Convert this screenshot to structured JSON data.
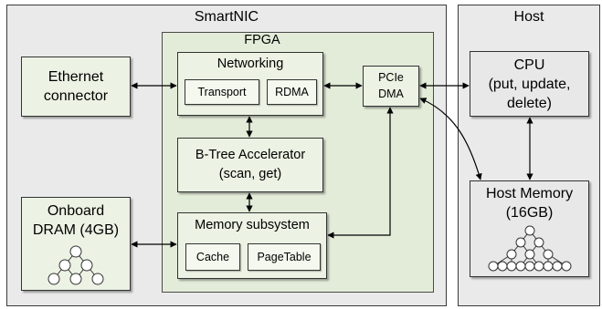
{
  "smartnic": {
    "title": "SmartNIC"
  },
  "host": {
    "title": "Host"
  },
  "fpga": {
    "title": "FPGA"
  },
  "ethernet": {
    "line1": "Ethernet",
    "line2": "connector"
  },
  "networking": {
    "title": "Networking",
    "transport": "Transport",
    "rdma": "RDMA"
  },
  "pcie": {
    "line1": "PCIe",
    "line2": "DMA"
  },
  "btree": {
    "line1": "B-Tree Accelerator",
    "line2": "(scan, get)"
  },
  "memsub": {
    "title": "Memory subsystem",
    "cache": "Cache",
    "pagetable": "PageTable"
  },
  "dram": {
    "line1": "Onboard",
    "line2": "DRAM (4GB)"
  },
  "cpu": {
    "line1": "CPU",
    "line2": "(put, update,",
    "line3": "delete)"
  },
  "hostmem": {
    "line1": "Host Memory",
    "line2": "(16GB)"
  },
  "colors": {
    "fpga_fill": "#e3ecd9",
    "component_fill": "#ecf3e4",
    "outer_fill": "#eaeaea"
  },
  "icons": {
    "dram_tree": "tree-icon",
    "hostmem_tree": "tree-icon"
  }
}
